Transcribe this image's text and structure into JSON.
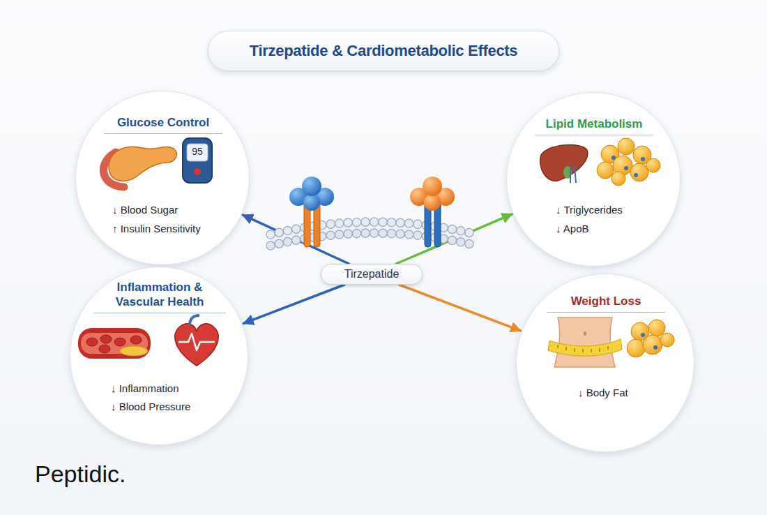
{
  "diagram": {
    "title": "Tirzepatide & Cardiometabolic Effects",
    "nodes": [
      {
        "text": [
          "Glucose Control",
          "↓ Blood Sugar",
          "↑ Insulin Sensitivity"
        ]
      },
      {
        "text": [
          "Lipid Metabolism",
          "↓ Triglycerides",
          "↓ ApoB"
        ]
      },
      {
        "text": [
          "Tirzepatide"
        ]
      },
      {
        "text": [
          "Inflammation & Vascular Health",
          "↓ Inflammation",
          "↓ Blood Pressure"
        ]
      },
      {
        "text": [
          "Weight Loss",
          "↓ Body Fat"
        ]
      }
    ],
    "edges": [
      {
        "from": 2,
        "to": 0,
        "arrow": "to"
      },
      {
        "from": 2,
        "to": 1,
        "arrow": "to"
      },
      {
        "from": 2,
        "to": 3,
        "arrow": "to"
      },
      {
        "from": 2,
        "to": 4,
        "arrow": "to"
      }
    ],
    "labels": [
      "95",
      "Peptidic."
    ]
  }
}
